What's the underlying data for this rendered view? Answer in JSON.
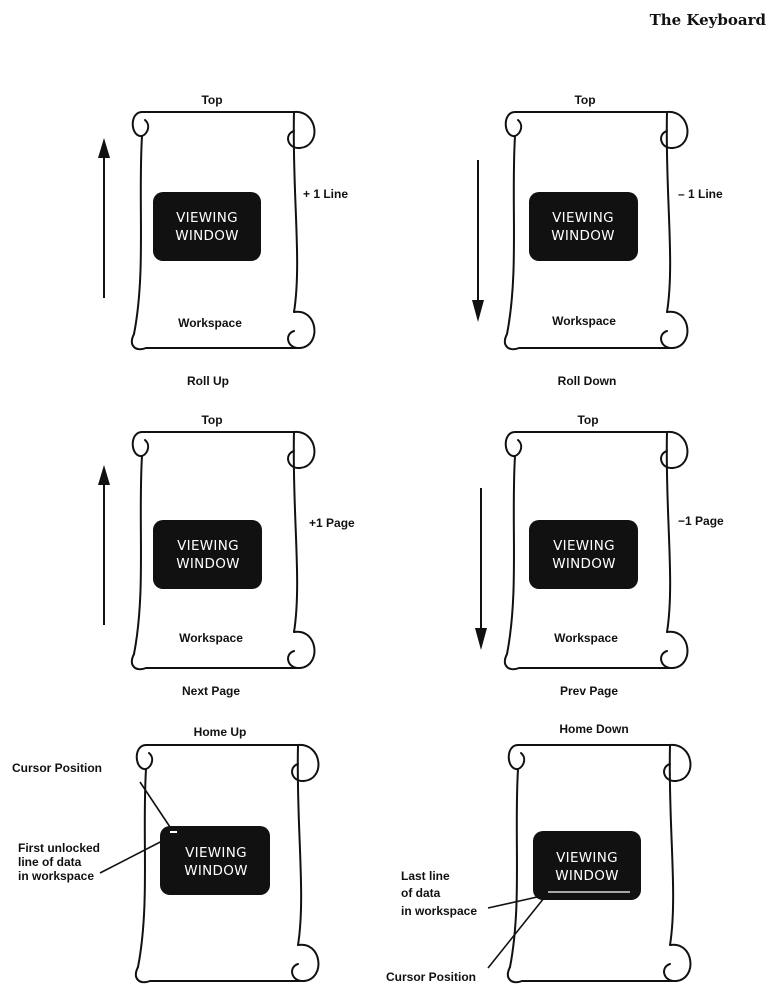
{
  "header": {
    "title": "The Keyboard"
  },
  "window_text": {
    "line1": "VIEWING",
    "line2": "WINDOW"
  },
  "panels": {
    "roll_up": {
      "top": "Top",
      "workspace": "Workspace",
      "amount": "+ 1 Line",
      "caption": "Roll Up",
      "direction": "up"
    },
    "roll_down": {
      "top": "Top",
      "workspace": "Workspace",
      "amount": "– 1 Line",
      "caption": "Roll Down",
      "direction": "down"
    },
    "next_page": {
      "top": "Top",
      "workspace": "Workspace",
      "amount": "+1 Page",
      "caption": "Next Page",
      "direction": "up"
    },
    "prev_page": {
      "top": "Top",
      "workspace": "Workspace",
      "amount": "−1 Page",
      "caption": "Prev Page",
      "direction": "down"
    },
    "home_up": {
      "title": "Home Up",
      "cursor_label": "Cursor Position",
      "data_label": [
        "First unlocked",
        "line of data",
        "in workspace"
      ]
    },
    "home_down": {
      "title": "Home Down",
      "cursor_label": "Cursor Position",
      "data_label": [
        "Last line",
        "of data",
        "in workspace"
      ]
    }
  }
}
